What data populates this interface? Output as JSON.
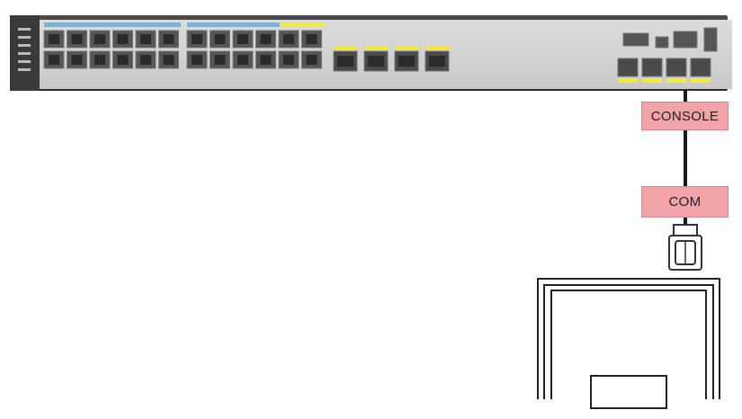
{
  "labels": {
    "console": "CONSOLE",
    "com": "COM"
  },
  "colors": {
    "chassis": "#333333",
    "faceplate": "#d4d4d4",
    "label_fill": "#f2a3a8",
    "cable": "#1a1a1a",
    "port_led_blue": "#6fb6e8",
    "port_led_yellow": "#f3ea3a"
  },
  "device": {
    "type": "ethernet-switch",
    "rj45_groups": 2,
    "rj45_ports_per_group": 12,
    "sfp_ports": 4,
    "right_uplink_ports": 4
  }
}
